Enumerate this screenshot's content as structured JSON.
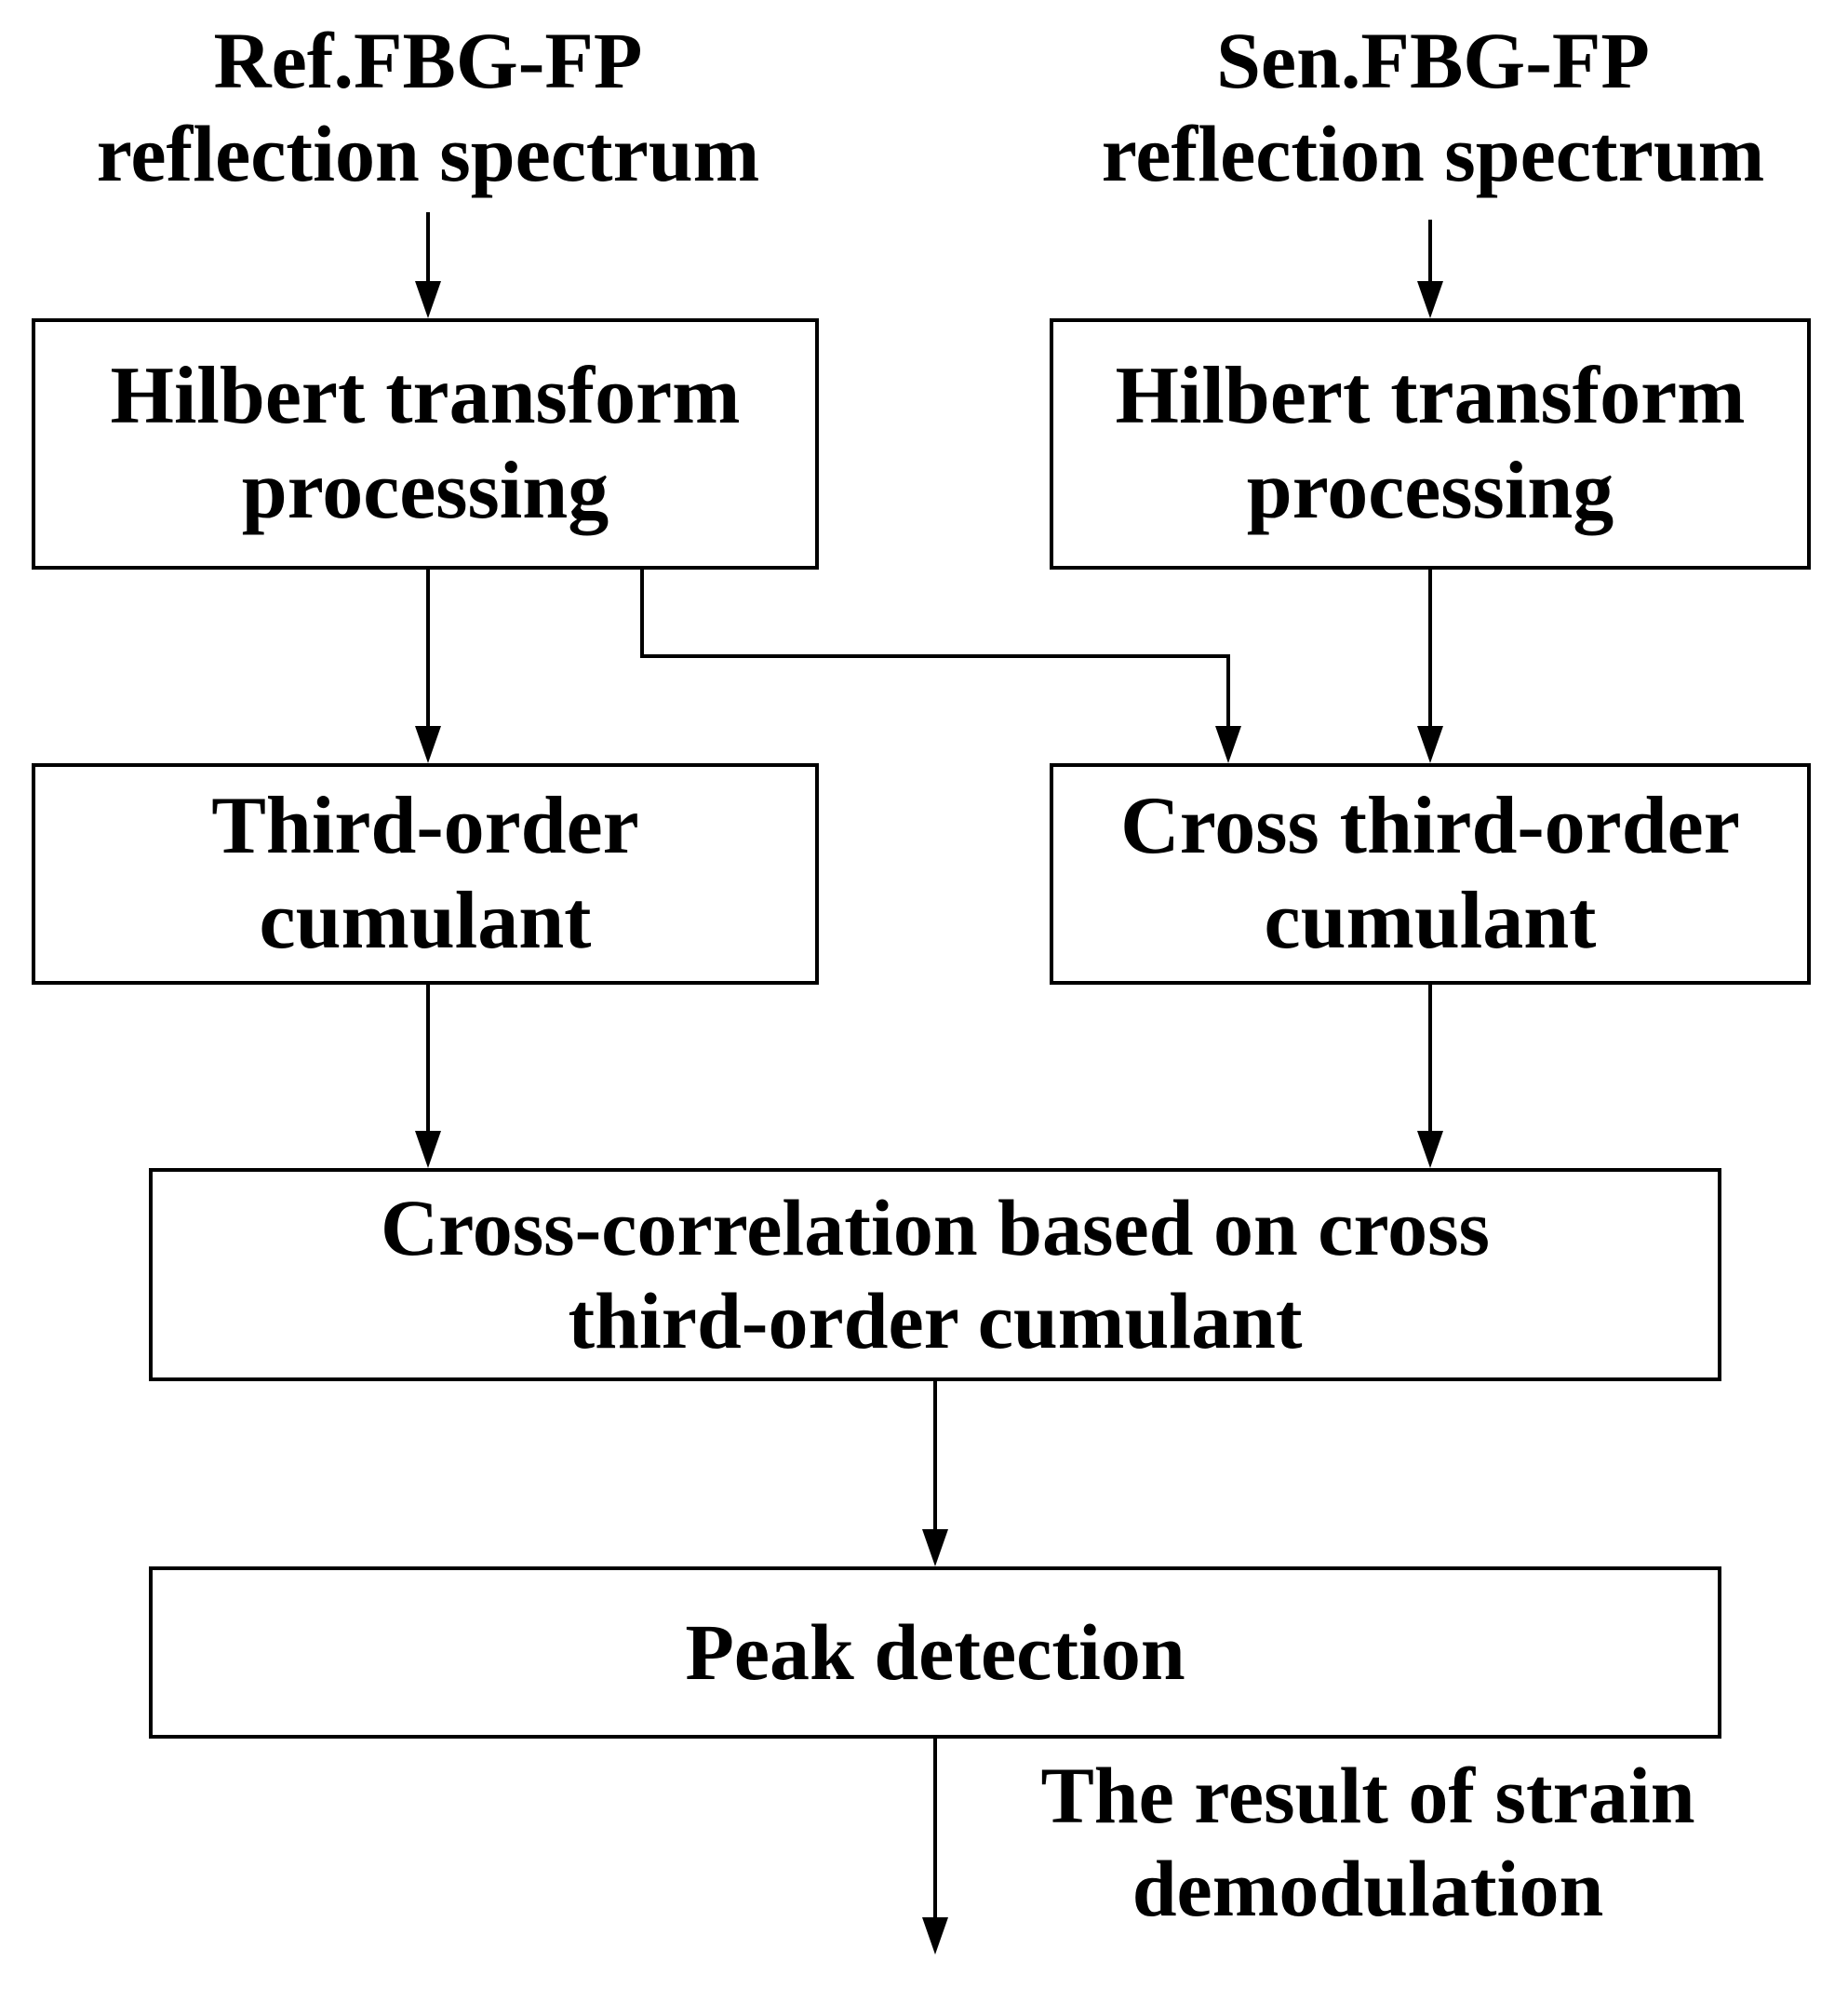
{
  "inputs": {
    "ref": {
      "line1": "Ref.FBG-FP",
      "line2": "reflection spectrum"
    },
    "sen": {
      "line1": "Sen.FBG-FP",
      "line2": "reflection spectrum"
    }
  },
  "boxes": {
    "hilbert_left": {
      "line1": "Hilbert transform",
      "line2": "processing"
    },
    "hilbert_right": {
      "line1": "Hilbert transform",
      "line2": "processing"
    },
    "third_order": {
      "line1": "Third-order",
      "line2": "cumulant"
    },
    "cross_third_order": {
      "line1": "Cross third-order",
      "line2": "cumulant"
    },
    "cross_correlation": {
      "line1": "Cross-correlation based on cross",
      "line2": "third-order cumulant"
    },
    "peak_detection": {
      "line1": "Peak detection"
    }
  },
  "output": {
    "line1": "The result of strain",
    "line2": "demodulation"
  },
  "colors": {
    "stroke": "#000000",
    "background": "#ffffff"
  }
}
